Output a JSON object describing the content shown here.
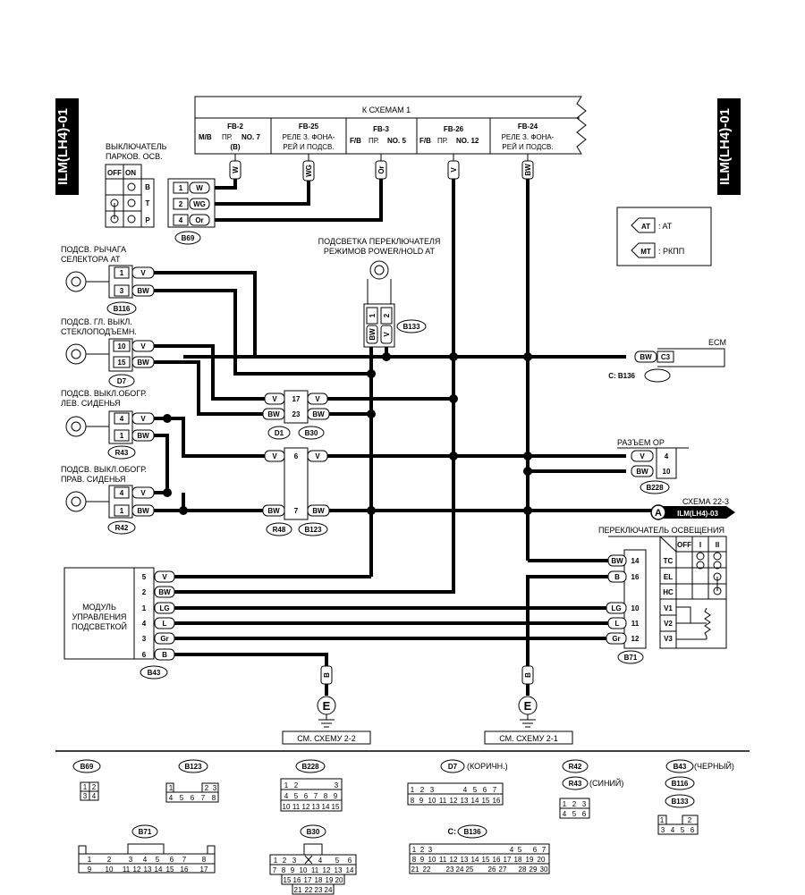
{
  "diagram_id": "ILM(LH4)-01",
  "top_bar": {
    "title": "К СХЕМАМ 1",
    "fuses": [
      {
        "name": "FB-2",
        "pre": "M/B",
        "text": "ПР.",
        "num": "NO. 7",
        "extra": "(B)"
      },
      {
        "name": "FB-25",
        "pre": "",
        "text": "РЕЛЕ З. ФОНА-",
        "num": "",
        "extra": "РЕЙ И ПОДСВ."
      },
      {
        "name": "FB-3",
        "pre": "F/B",
        "text": "ПР.",
        "num": "NO. 5",
        "extra": ""
      },
      {
        "name": "FB-26",
        "pre": "F/B",
        "text": "ПР.",
        "num": "NO. 12",
        "extra": ""
      },
      {
        "name": "FB-24",
        "pre": "",
        "text": "РЕЛЕ З. ФОНА-",
        "num": "",
        "extra": "РЕЙ И ПОДСВ."
      }
    ],
    "wire_labels": [
      "W",
      "WG",
      "Or",
      "V",
      "BW"
    ]
  },
  "legend": {
    "at_tag": "AT",
    "at_text": ": AT",
    "mt_tag": "MT",
    "mt_text": ": РКПП"
  },
  "parking_switch": {
    "title1": "ВЫКЛЮЧАТЕЛЬ",
    "title2": "ПАРКОВ. ОСВ.",
    "off": "OFF",
    "on": "ON",
    "rows": [
      "B",
      "T",
      "P"
    ],
    "pins": [
      {
        "n": "1",
        "c": "W"
      },
      {
        "n": "2",
        "c": "WG"
      },
      {
        "n": "4",
        "c": "Or"
      }
    ],
    "conn": "B69"
  },
  "hold_switch": {
    "title1": "ПОДСВЕТКА ПЕРЕКЛЮЧАТЕЛЯ",
    "title2": "РЕЖИМОВ POWER/HOLD AT",
    "pins": [
      "1",
      "2"
    ],
    "colors": [
      "BW",
      "V"
    ],
    "conn": "B133"
  },
  "lamps": [
    {
      "title1": "ПОДСВ. РЫЧАГА",
      "title2": "СЕЛЕКТОРА AT",
      "pins": [
        {
          "n": "1",
          "c": "V"
        },
        {
          "n": "3",
          "c": "BW"
        }
      ],
      "conn": "B116"
    },
    {
      "title1": "ПОДСВ. ГЛ. ВЫКЛ.",
      "title2": "СТЕКЛОПОДЪЕМН.",
      "pins": [
        {
          "n": "10",
          "c": "V"
        },
        {
          "n": "15",
          "c": "BW"
        }
      ],
      "conn": "D7"
    },
    {
      "title1": "ПОДСВ. ВЫКЛ.ОБОГР.",
      "title2": "ЛЕВ. СИДЕНЬЯ",
      "pins": [
        {
          "n": "4",
          "c": "V"
        },
        {
          "n": "1",
          "c": "BW"
        }
      ],
      "conn": "R43"
    },
    {
      "title1": "ПОДСВ. ВЫКЛ.ОБОГР.",
      "title2": "ПРАВ. СИДЕНЬЯ",
      "pins": [
        {
          "n": "4",
          "c": "V"
        },
        {
          "n": "1",
          "c": "BW"
        }
      ],
      "conn": "R42"
    }
  ],
  "joints": [
    {
      "left": "V",
      "n": "17",
      "right": "V"
    },
    {
      "left": "BW",
      "n": "23",
      "right": "BW"
    },
    {
      "left": "V",
      "n": "6",
      "right": "V"
    },
    {
      "left": "BW",
      "n": "7",
      "right": "BW"
    }
  ],
  "joint_conns": {
    "a": "D1",
    "b": "B30",
    "c": "R48",
    "d": "B123"
  },
  "ecm": {
    "title": "ECM",
    "wire": "BW",
    "pin": "C3",
    "conn": "C: B136"
  },
  "op": {
    "title": "РАЗЪЕМ ОР",
    "pins": [
      {
        "c": "V",
        "n": "4"
      },
      {
        "c": "BW",
        "n": "10"
      }
    ],
    "conn": "B228"
  },
  "ref": {
    "title": "СХЕМА 22-3",
    "letter": "A",
    "tag": "ILM(LH4)-03"
  },
  "light_switch": {
    "title": "ПЕРЕКЛЮЧАТЕЛЬ ОСВЕЩЕНИЯ",
    "cols": [
      "OFF",
      "I",
      "II"
    ],
    "pins": [
      {
        "c": "BW",
        "n": "14",
        "t": "TC"
      },
      {
        "c": "B",
        "n": "16",
        "t": "EL"
      },
      {
        "c": "",
        "n": "",
        "t": "HC"
      },
      {
        "c": "LG",
        "n": "10",
        "t": "V1"
      },
      {
        "c": "L",
        "n": "11",
        "t": "V2"
      },
      {
        "c": "Gr",
        "n": "12",
        "t": "V3"
      }
    ],
    "conn": "B71"
  },
  "module": {
    "title1": "МОДУЛЬ",
    "title2": "УПРАВЛЕНИЯ",
    "title3": "ПОДСВЕТКОЙ",
    "pins": [
      {
        "n": "5",
        "c": "V"
      },
      {
        "n": "2",
        "c": "BW"
      },
      {
        "n": "1",
        "c": "LG"
      },
      {
        "n": "4",
        "c": "L"
      },
      {
        "n": "3",
        "c": "Gr"
      },
      {
        "n": "6",
        "c": "B"
      }
    ],
    "conn": "B43"
  },
  "grounds": [
    {
      "wire": "B",
      "symbol": "E",
      "ref": "СМ. СХЕМУ 2-2"
    },
    {
      "wire": "B",
      "symbol": "E",
      "ref": "СМ. СХЕМУ 2-1"
    }
  ],
  "connector_views": {
    "b69": {
      "label": "B69",
      "rows": [
        [
          "1",
          "2"
        ],
        [
          "3",
          "4"
        ]
      ]
    },
    "b123": {
      "label": "B123",
      "rows": [
        [
          "1",
          "",
          "",
          "2",
          "3"
        ],
        [
          "4",
          "5",
          "6",
          "7",
          "8"
        ]
      ]
    },
    "b228": {
      "label": "B228",
      "rows": [
        [
          "1",
          "2",
          "",
          "",
          "3"
        ],
        [
          "4",
          "5",
          "6",
          "7",
          "8",
          "9"
        ],
        [
          "10",
          "11",
          "12",
          "13",
          "14",
          "15"
        ]
      ]
    },
    "d7": {
      "label": "D7",
      "note": "(КОРИЧН.)",
      "rows": [
        [
          "1",
          "2",
          "3",
          "",
          "4",
          "5",
          "6",
          "7"
        ],
        [
          "8",
          "9",
          "10",
          "11",
          "12",
          "13",
          "14",
          "15",
          "16"
        ]
      ]
    },
    "r42": {
      "label": "R42"
    },
    "r43": {
      "label": "R43",
      "note": "(СИНИЙ)",
      "rows": [
        [
          "1",
          "2",
          "3"
        ],
        [
          "4",
          "5",
          "6"
        ]
      ]
    },
    "b43": {
      "label": "B43",
      "note": "(ЧЕРНЫЙ)"
    },
    "b116": {
      "label": "B116"
    },
    "b133": {
      "label": "B133",
      "rows": [
        [
          "1",
          "",
          "",
          "2"
        ],
        [
          "3",
          "4",
          "5",
          "6"
        ]
      ]
    },
    "b71": {
      "label": "B71",
      "rows": [
        [
          "1",
          "",
          "2",
          "3",
          "4",
          "5",
          "6",
          "7",
          "8"
        ],
        [
          "9",
          "10",
          "11",
          "12",
          "13",
          "14",
          "15",
          "16",
          "17"
        ]
      ]
    },
    "b30": {
      "label": "B30",
      "rows": [
        [
          "1",
          "2",
          "3",
          "",
          "4",
          "5",
          "6"
        ],
        [
          "7",
          "8",
          "9",
          "10",
          "11",
          "12",
          "13",
          "14"
        ],
        [
          "15",
          "16",
          "17",
          "18",
          "19",
          "20"
        ],
        [
          "21",
          "22",
          "23",
          "24"
        ]
      ]
    },
    "b136": {
      "label": "B136",
      "prefix": "C:",
      "rows": [
        [
          "1",
          "2",
          "3",
          "",
          "4",
          "5",
          "",
          "6",
          "7"
        ],
        [
          "8",
          "9",
          "10",
          "11",
          "12",
          "13",
          "14",
          "15",
          "16",
          "17",
          "18",
          "19",
          "20"
        ],
        [
          "21",
          "22",
          "23",
          "24",
          "25",
          "26",
          "27",
          "28",
          "29",
          "30"
        ]
      ]
    }
  }
}
